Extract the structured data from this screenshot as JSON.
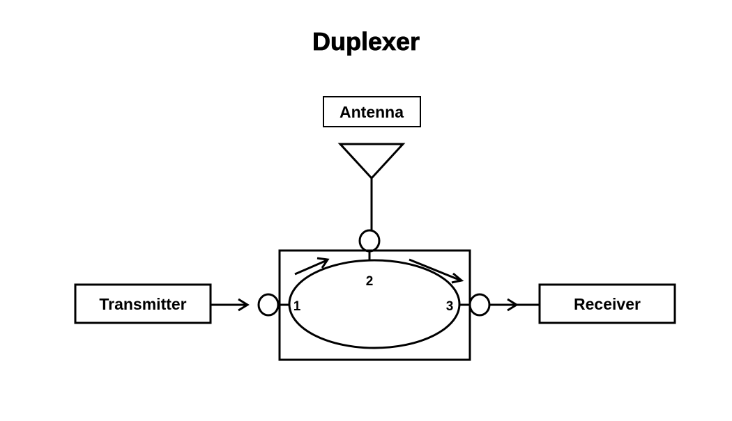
{
  "title": "Duplexer",
  "blocks": {
    "antenna": "Antenna",
    "transmitter": "Transmitter",
    "receiver": "Receiver"
  },
  "ports": {
    "port1": "1",
    "port2": "2",
    "port3": "3"
  },
  "colors": {
    "line": "#000000",
    "background": "#ffffff"
  }
}
